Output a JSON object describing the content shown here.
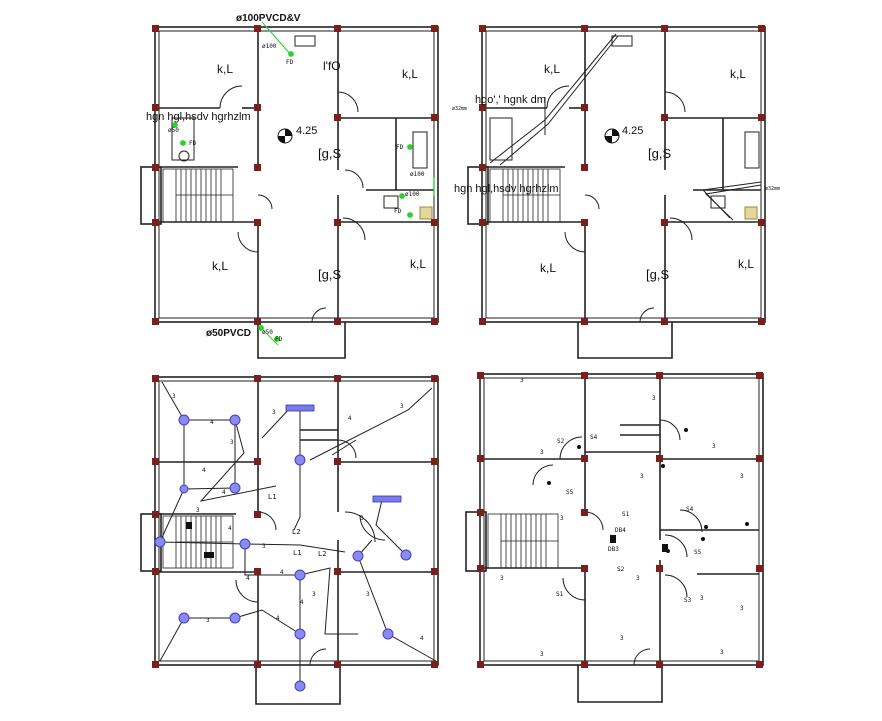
{
  "plans": [
    {
      "rooms": [
        {
          "label": "k,L"
        },
        {
          "label": "l'fO"
        },
        {
          "label": "k,L"
        },
        {
          "label": "[g,S"
        },
        {
          "label": "k,L"
        },
        {
          "label": "[g,S"
        },
        {
          "label": "k,L"
        }
      ],
      "landing_level": "4.25",
      "annotations": [
        {
          "text": "ø100PVCD&V"
        },
        {
          "text": "ø100"
        },
        {
          "text": "FD"
        },
        {
          "text": "hgn  hgl,hsdv  hgrhzlm"
        },
        {
          "text": "ø50"
        },
        {
          "text": "FD"
        },
        {
          "text": "FD"
        },
        {
          "text": "ø100"
        },
        {
          "text": "ø100"
        },
        {
          "text": "FD"
        },
        {
          "text": "ø50PVCD"
        },
        {
          "text": "ø50"
        },
        {
          "text": "FD"
        }
      ]
    },
    {
      "rooms": [
        {
          "label": "k,L"
        },
        {
          "label": "k,L"
        },
        {
          "label": "[g,S"
        },
        {
          "label": "k,L"
        },
        {
          "label": "[g,S"
        },
        {
          "label": "k,L"
        }
      ],
      "landing_level": "4.25",
      "annotations": [
        {
          "text": "hgo',' hgnk  dm"
        },
        {
          "text": "ø32mm"
        },
        {
          "text": "hgn  hgl,hsdv  hgrhzlm"
        },
        {
          "text": "ø32mm"
        }
      ]
    },
    {
      "circuit_labels": [
        {
          "text": "L1"
        },
        {
          "text": "L2"
        },
        {
          "text": "L1"
        },
        {
          "text": "L2"
        }
      ],
      "wire_counts": [
        "3",
        "4",
        "3",
        "3",
        "4",
        "3",
        "4",
        "4",
        "3",
        "4",
        "3",
        "4",
        "4",
        "4",
        "3",
        "3",
        "4",
        "3",
        "4",
        "3"
      ]
    },
    {
      "switch_labels": [
        {
          "text": "S4"
        },
        {
          "text": "S2"
        },
        {
          "text": "S5"
        },
        {
          "text": "S1"
        },
        {
          "text": "DB4"
        },
        {
          "text": "DB3"
        },
        {
          "text": "S4"
        },
        {
          "text": "S5"
        },
        {
          "text": "S2"
        },
        {
          "text": "S1"
        },
        {
          "text": "S3"
        }
      ],
      "wire_counts": [
        "3",
        "3",
        "3",
        "3",
        "3",
        "3",
        "3",
        "3",
        "3",
        "3",
        "3",
        "3",
        "3",
        "3"
      ]
    }
  ],
  "colors": {
    "column": "#7a1f1a",
    "wall": "#222222",
    "plumbing": "#2bd12b",
    "light_fixture": "#8a8af0"
  }
}
